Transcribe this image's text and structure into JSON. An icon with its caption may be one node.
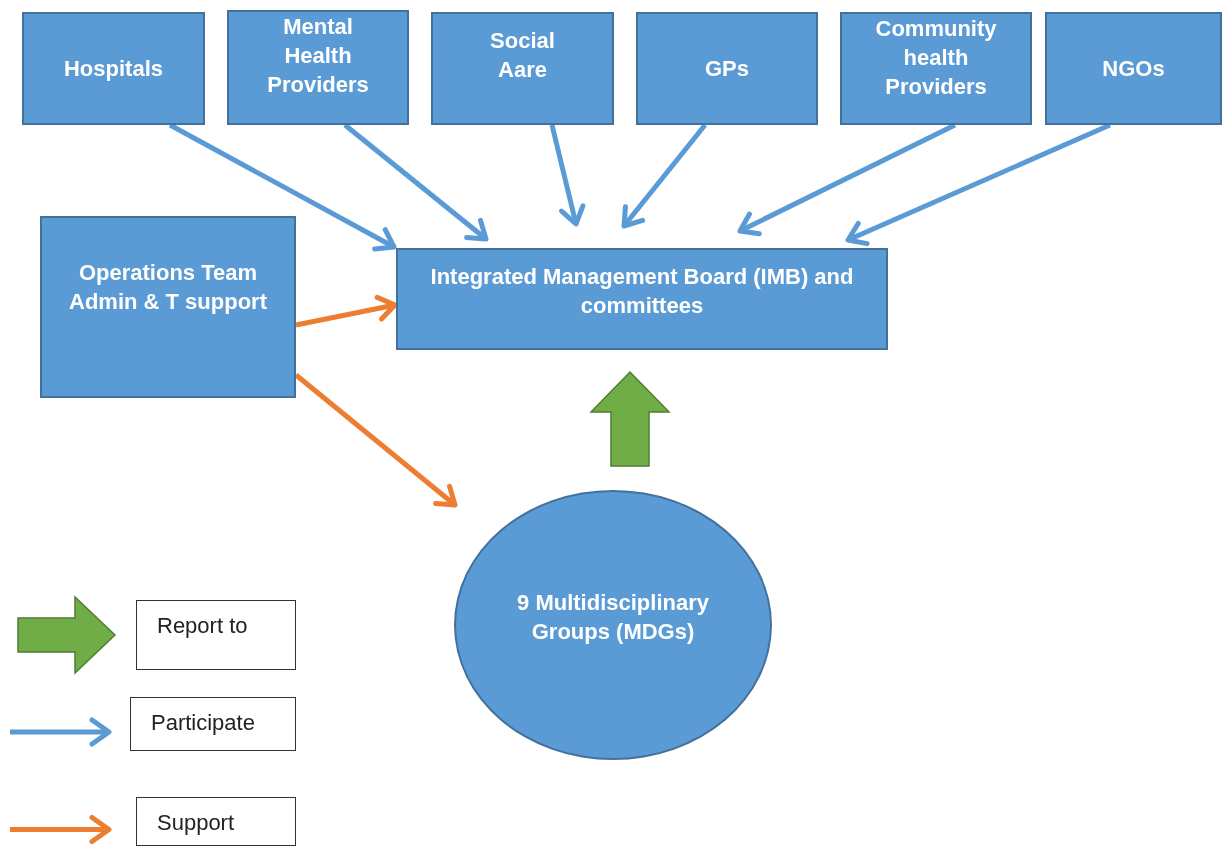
{
  "diagram": {
    "nodes": [
      {
        "text": [
          "Hospitals"
        ]
      },
      {
        "text": [
          "Mental Health Providers"
        ]
      },
      {
        "text": [
          "Social Aare"
        ]
      },
      {
        "text": [
          "GPs"
        ]
      },
      {
        "text": [
          "Community health Providers"
        ]
      },
      {
        "text": [
          "NGOs"
        ]
      },
      {
        "text": [
          "Operations Team Admin & T support"
        ]
      },
      {
        "text": [
          "Integrated Management Board (IMB) and committees"
        ]
      },
      {
        "text": [
          "9 Multidisciplinary Groups (MDGs)"
        ]
      }
    ],
    "edges": [
      {
        "from": 0,
        "to": 7,
        "arrow": "to"
      },
      {
        "from": 1,
        "to": 7,
        "arrow": "to"
      },
      {
        "from": 2,
        "to": 7,
        "arrow": "to"
      },
      {
        "from": 3,
        "to": 7,
        "arrow": "to"
      },
      {
        "from": 4,
        "to": 7,
        "arrow": "to"
      },
      {
        "from": 5,
        "to": 7,
        "arrow": "to"
      },
      {
        "from": 6,
        "to": 7,
        "arrow": "to",
        "color": "#ed7d31"
      },
      {
        "from": 6,
        "to": 8,
        "arrow": "to",
        "color": "#ed7d31"
      },
      {
        "from": 8,
        "to": 7,
        "arrow": "to",
        "style": "thick",
        "color": "#70ad47"
      }
    ],
    "legend": [
      {
        "text": "Report to"
      },
      {
        "text": "Participate"
      },
      {
        "text": "Support"
      }
    ]
  }
}
